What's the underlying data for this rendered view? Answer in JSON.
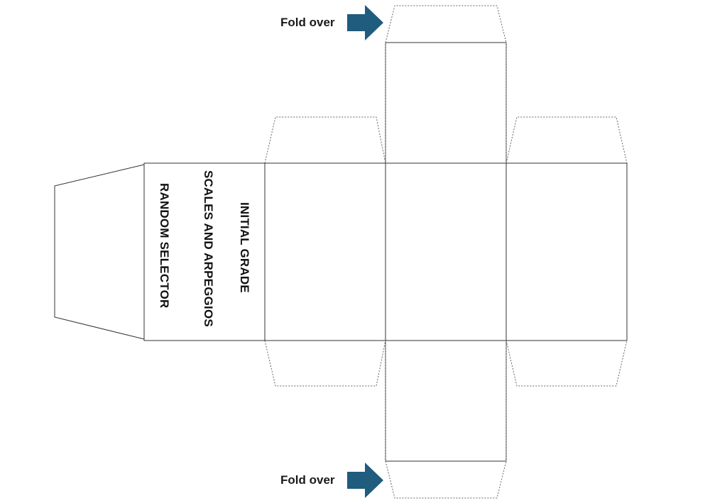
{
  "fold_labels": [
    "Fold over",
    "Fold over"
  ],
  "title_lines": [
    "INITIAL GRADE",
    "SCALES AND ARPEGGIOS",
    "RANDOM SELECTOR"
  ],
  "arrow_color": "#1f5c7e",
  "line_color": "#333333",
  "icons": [
    "right-arrow-icon",
    "right-arrow-icon"
  ]
}
